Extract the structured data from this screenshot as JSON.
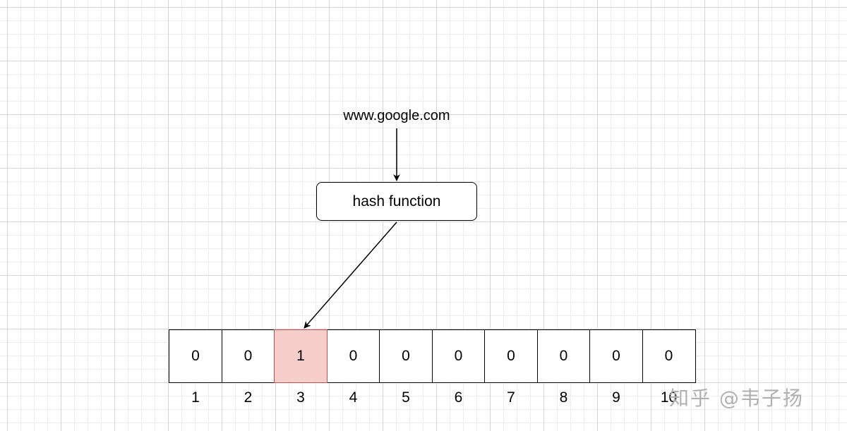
{
  "diagram": {
    "source_label": "www.google.com",
    "hash_label": "hash function",
    "bits": [
      {
        "value": "0",
        "index": "1",
        "set": false
      },
      {
        "value": "0",
        "index": "2",
        "set": false
      },
      {
        "value": "1",
        "index": "3",
        "set": true
      },
      {
        "value": "0",
        "index": "4",
        "set": false
      },
      {
        "value": "0",
        "index": "5",
        "set": false
      },
      {
        "value": "0",
        "index": "6",
        "set": false
      },
      {
        "value": "0",
        "index": "7",
        "set": false
      },
      {
        "value": "0",
        "index": "8",
        "set": false
      },
      {
        "value": "0",
        "index": "9",
        "set": false
      },
      {
        "value": "0",
        "index": "10",
        "set": false
      }
    ],
    "watermark": "知乎 @韦子扬"
  },
  "colors": {
    "set_fill": "#f8cecc",
    "set_border": "#b85450",
    "line": "#000000"
  }
}
